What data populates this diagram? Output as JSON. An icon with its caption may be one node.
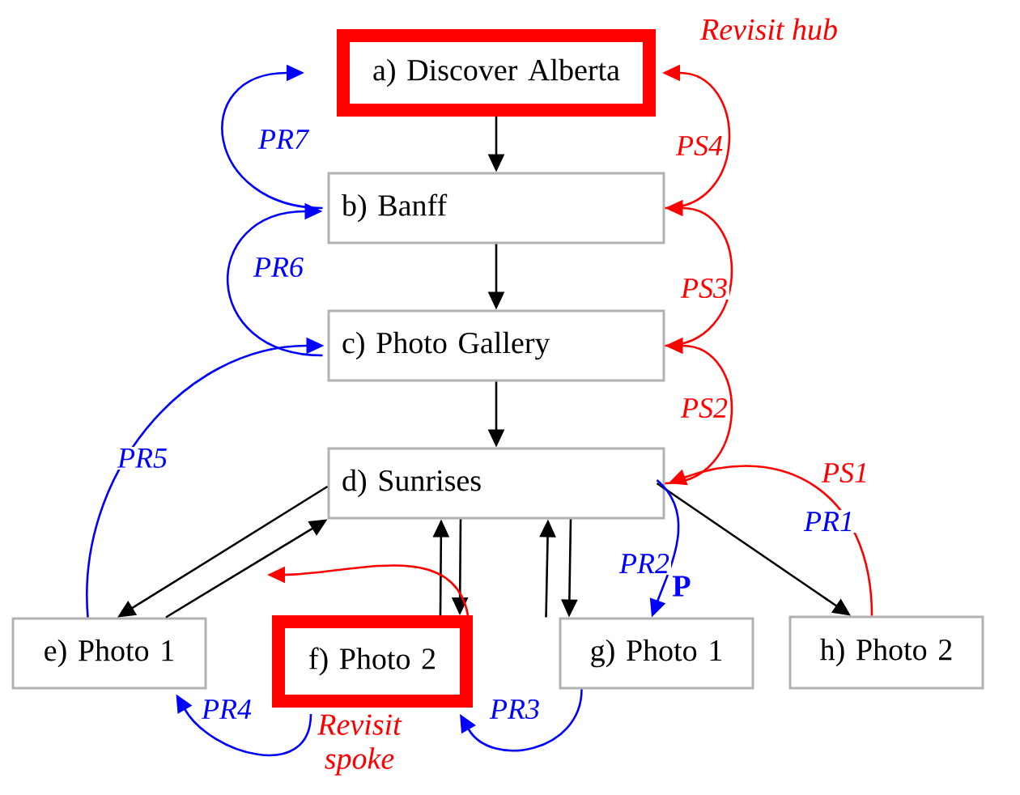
{
  "diagram": {
    "nodes": [
      {
        "text": [
          "a) Discover Alberta"
        ],
        "beside": [
          "Revisit hub"
        ]
      },
      {
        "text": [
          "b) Banff"
        ]
      },
      {
        "text": [
          "c) Photo Gallery"
        ]
      },
      {
        "text": [
          "d) Sunrises"
        ]
      },
      {
        "text": [
          "e) Photo 1"
        ]
      },
      {
        "text": [
          "f) Photo 2"
        ],
        "beside": [
          "Revisit spoke"
        ]
      },
      {
        "text": [
          "g) Photo 1"
        ]
      },
      {
        "text": [
          "h) Photo 2"
        ]
      }
    ],
    "edges": [
      {
        "from": 0,
        "to": 1,
        "arrow": "to"
      },
      {
        "from": 1,
        "to": 2,
        "arrow": "to"
      },
      {
        "from": 2,
        "to": 3,
        "arrow": "to"
      },
      {
        "from": 3,
        "to": 4,
        "arrow": "to"
      },
      {
        "from": 4,
        "to": 3,
        "arrow": "to"
      },
      {
        "from": 3,
        "to": 5,
        "arrow": "to"
      },
      {
        "from": 5,
        "to": 3,
        "arrow": "to"
      },
      {
        "from": 3,
        "to": 6,
        "arrow": "to"
      },
      {
        "from": 6,
        "to": 3,
        "arrow": "to"
      },
      {
        "from": 3,
        "to": 7,
        "arrow": "to",
        "label": "PR1"
      },
      {
        "from": 7,
        "to": 3,
        "arrow": "to",
        "label": "PS1",
        "color": "#ff0000"
      },
      {
        "from": 3,
        "to": 2,
        "arrow": "to",
        "label": "PS2",
        "color": "#ff0000"
      },
      {
        "from": 2,
        "to": 1,
        "arrow": "to",
        "label": "PS3",
        "color": "#ff0000"
      },
      {
        "from": 1,
        "to": 0,
        "arrow": "to",
        "label": "PS4",
        "color": "#ff0000"
      },
      {
        "from": 5,
        "to": null,
        "arrow": "to",
        "color": "#ff0000"
      },
      {
        "from": 3,
        "to": 6,
        "arrow": "to",
        "label": "PR2",
        "color": "#0000ff"
      },
      {
        "from": 6,
        "to": 5,
        "arrow": "to",
        "label": "PR3",
        "color": "#0000ff"
      },
      {
        "from": 5,
        "to": 4,
        "arrow": "to",
        "label": "PR4",
        "color": "#0000ff"
      },
      {
        "from": 4,
        "to": 2,
        "arrow": "to",
        "label": "PR5",
        "color": "#0000ff"
      },
      {
        "from": 2,
        "to": 1,
        "arrow": "to",
        "label": "PR6",
        "color": "#0000ff"
      },
      {
        "from": 1,
        "to": 0,
        "arrow": "to",
        "label": "PR7",
        "color": "#0000ff"
      }
    ],
    "labels": [
      "P"
    ]
  }
}
